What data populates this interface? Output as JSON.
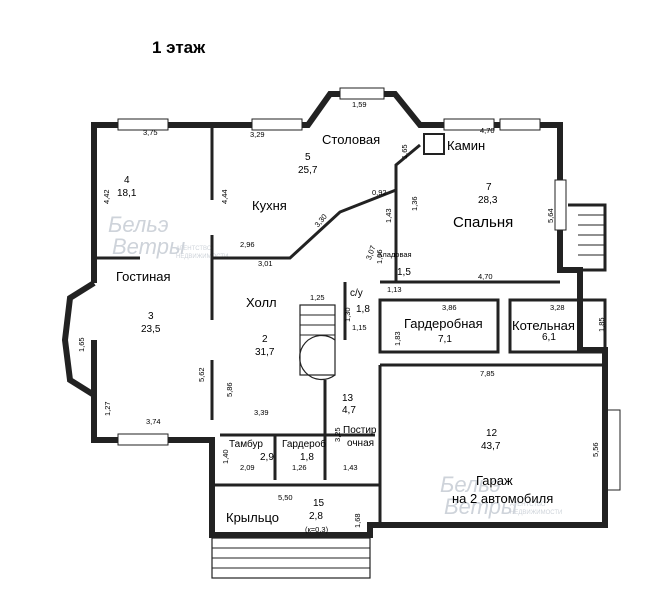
{
  "title": "1 этаж",
  "rooms": {
    "stolovaya": {
      "name": "Столовая"
    },
    "kamin": {
      "name": "Камин"
    },
    "kuhnya": {
      "name": "Кухня",
      "num": "5",
      "area": "25,7"
    },
    "spalnya": {
      "name": "Спальня",
      "num": "7",
      "area": "28,3"
    },
    "kladovaya": {
      "name": "Кладовая",
      "area": "1,5"
    },
    "gostinaya": {
      "name": "Гостиная",
      "num": "3",
      "area": "23,5"
    },
    "room4": {
      "num": "4",
      "area": "18,1"
    },
    "holl": {
      "name": "Холл",
      "num": "2",
      "area": "31,7"
    },
    "su": {
      "name": "с/у",
      "area": "1,8"
    },
    "garderobnaya": {
      "name": "Гардеробная",
      "area": "7,1"
    },
    "kotelnaya": {
      "name": "Котельная",
      "area": "6,1"
    },
    "tambur": {
      "name": "Тамбур",
      "area": "2,9"
    },
    "garderob": {
      "name": "Гардероб",
      "area": "1,8"
    },
    "postirochnaya": {
      "name_line1": "Постир",
      "name_line2": "очная"
    },
    "room13": {
      "num": "13",
      "area": "4,7"
    },
    "garage": {
      "num": "12",
      "area": "43,7",
      "name_line1": "Гараж",
      "name_line2": "на 2 автомобиля"
    },
    "krylco": {
      "name": "Крыльцо",
      "num": "15",
      "area": "2,8",
      "note": "(к=0,3)"
    }
  },
  "dims": {
    "d_159": "1,59",
    "d_375": "3,75",
    "d_329": "3,29",
    "d_470a": "4,70",
    "d_165a": "1,65",
    "d_442": "4,42",
    "d_444": "4,44",
    "d_092": "0,92",
    "d_143": "1,43",
    "d_136": "1,36",
    "d_564": "5,64",
    "d_330": "3,30",
    "d_296": "2,96",
    "d_301": "3,01",
    "d_307": "3,07",
    "d_106": "1,06",
    "d_470b": "4,70",
    "d_113": "1,13",
    "d_125": "1,25",
    "d_130": "1,30",
    "d_115": "1,15",
    "d_386": "3,86",
    "d_328": "3,28",
    "d_183": "1,83",
    "d_185": "1,85",
    "d_165b": "1,65",
    "d_562": "5,62",
    "d_586": "5,86",
    "d_785": "7,85",
    "d_127": "1,27",
    "d_374": "3,74",
    "d_339": "3,39",
    "d_325": "3,25",
    "d_140": "1,40",
    "d_126": "1,26",
    "d_143b": "1,43",
    "d_209": "2,09",
    "d_556": "5,56",
    "d_550": "5,50",
    "d_168": "1,68"
  },
  "watermark": {
    "brand_top": "Бельэ",
    "brand_bottom": "Ветры",
    "line1": "АГЕНТСТВО",
    "line2": "НЕДВИЖИМОСТИ"
  }
}
